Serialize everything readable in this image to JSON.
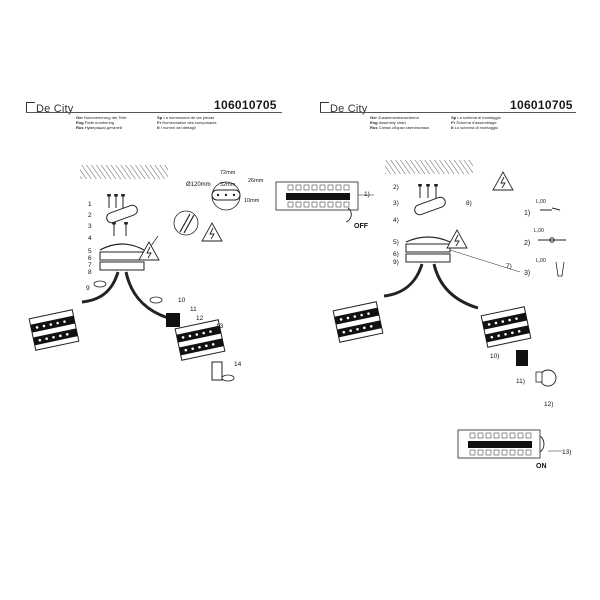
{
  "left_sheet": {
    "brand": "De City",
    "product_code": "106010705",
    "legend_col1": [
      {
        "lang": "Ger",
        "text": "Nummerierung der Teile"
      },
      {
        "lang": "Eng",
        "text": "Parts numbering"
      },
      {
        "lang": "Rus",
        "text": "Нумерация деталей"
      }
    ],
    "legend_col2": [
      {
        "lang": "Sp",
        "text": "La numeracion de las piezas"
      },
      {
        "lang": "Fr",
        "text": "Numerotation des composants"
      },
      {
        "lang": "It",
        "text": "I numeri dei dettagli"
      }
    ],
    "dimensions": {
      "diameter": "Ø120mm",
      "d72": "72mm",
      "d32": "32mm",
      "d26": "26mm",
      "d10": "10mm"
    },
    "part_numbers": [
      "1",
      "2",
      "3",
      "4",
      "5",
      "6",
      "7",
      "8",
      "9",
      "10",
      "11",
      "12",
      "13",
      "14"
    ]
  },
  "right_sheet": {
    "brand": "De City",
    "product_code": "106010705",
    "legend_col1": [
      {
        "lang": "Ger",
        "text": "Zusammenbauschema"
      },
      {
        "lang": "Eng",
        "text": "Assembly chart"
      },
      {
        "lang": "Rus",
        "text": "Схема сборки светильника"
      }
    ],
    "legend_col2": [
      {
        "lang": "Sp",
        "text": "La schema di montaggio"
      },
      {
        "lang": "Fr",
        "text": "Schema d'assemblage"
      },
      {
        "lang": "It",
        "text": "Lo schema di montaggio"
      }
    ],
    "step_labels": [
      "1)",
      "2)",
      "3)",
      "4)",
      "5)",
      "6)",
      "7)",
      "8)",
      "9)",
      "10)",
      "11)",
      "12)",
      "13)"
    ],
    "switch_off": "OFF",
    "switch_on": "ON",
    "wiring_label": "L,00",
    "wiring_steps": [
      "1)",
      "2)",
      "3)"
    ]
  }
}
